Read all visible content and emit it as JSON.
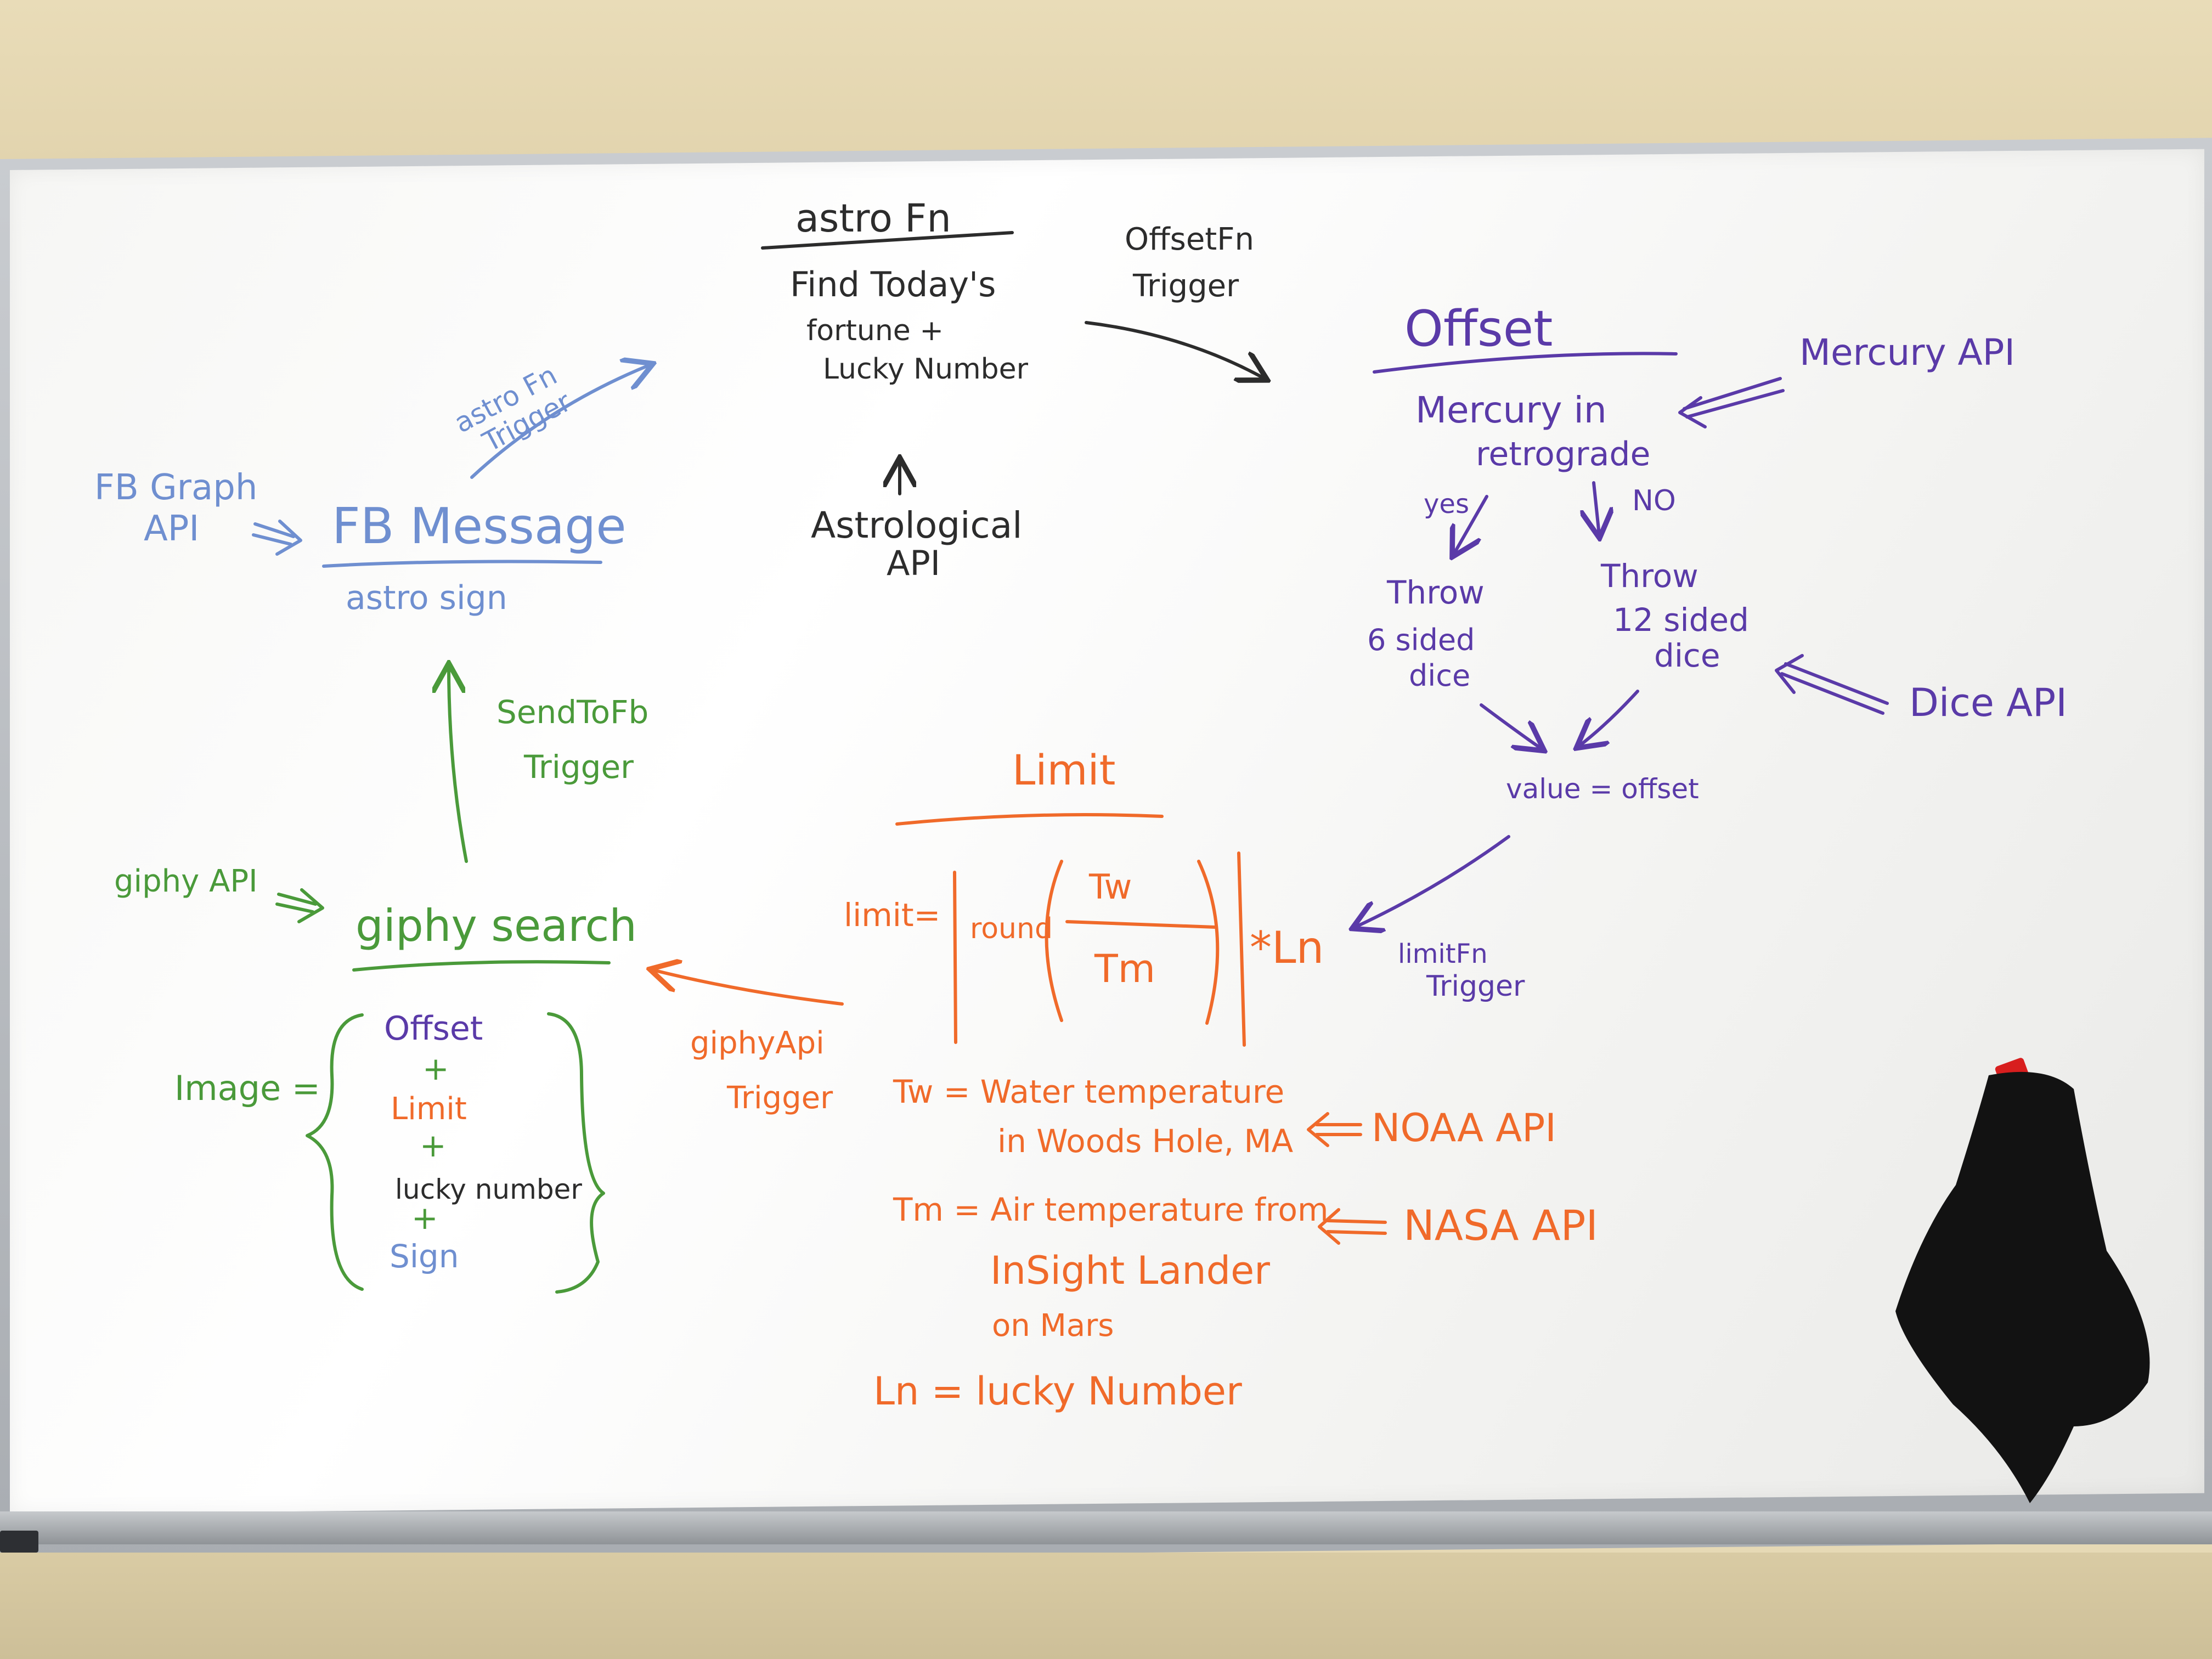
{
  "colors": {
    "blue": "#6f8fd0",
    "black": "#2c2c2c",
    "purple": "#5a3aa8",
    "green": "#4a9a3a",
    "orange": "#f06a2a"
  },
  "astro": {
    "title": "astro Fn",
    "line1": "Find Today's",
    "line2": "fortune +",
    "line3": "Lucky Number",
    "api_line1": "Astrological",
    "api_line2": "API",
    "trigger_line1": "astro Fn",
    "trigger_line2": "Trigger"
  },
  "offset": {
    "trigger_line1": "OffsetFn",
    "trigger_line2": "Trigger",
    "title": "Offset",
    "cond_line1": "Mercury in",
    "cond_line2": "retrograde",
    "api": "Mercury API",
    "yes": "yes",
    "no": "NO",
    "left_line1": "Throw",
    "left_line2": "6 sided",
    "left_line3": "dice",
    "right_line1": "Throw",
    "right_line2": "12 sided",
    "right_line3": "dice",
    "dice_api": "Dice API",
    "value": "value = offset",
    "limit_trigger_line1": "limitFn",
    "limit_trigger_line2": "Trigger"
  },
  "fb": {
    "api_line1": "FB Graph",
    "api_line2": "API",
    "title": "FB Message",
    "subtitle": "astro sign",
    "send_line1": "SendToFb",
    "send_line2": "Trigger"
  },
  "giphy": {
    "api": "giphy API",
    "title": "giphy search",
    "image_label": "Image =",
    "items": [
      "Offset",
      "+",
      "Limit",
      "+",
      "lucky number",
      "+",
      "Sign"
    ],
    "trigger_line1": "giphyApi",
    "trigger_line2": "Trigger"
  },
  "limit": {
    "title": "Limit",
    "lhs": "limit=",
    "round": "round",
    "num": "Tw",
    "den": "Tm",
    "mult": "*Ln",
    "tw_line1": "Tw = Water temperature",
    "tw_line2": "in Woods Hole, MA",
    "noaa": "NOAA API",
    "tm_line1": "Tm = Air temperature from",
    "tm_line2": "InSight Lander",
    "tm_line3": "on Mars",
    "nasa": "NASA API",
    "ln": "Ln = lucky Number"
  }
}
